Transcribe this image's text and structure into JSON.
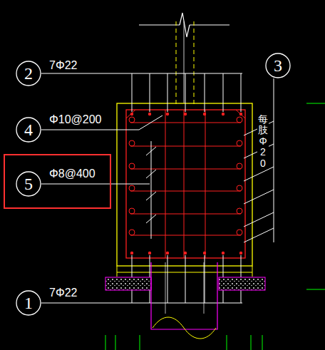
{
  "diagram": {
    "nodes": [
      {
        "text": [
          "2"
        ]
      },
      {
        "text": [
          "3"
        ]
      },
      {
        "text": [
          "4"
        ]
      },
      {
        "text": [
          "5"
        ]
      },
      {
        "text": [
          "1"
        ]
      }
    ],
    "labels": [
      "7Φ22",
      "Φ10@200",
      "Φ8@400",
      "7Φ22",
      "每肢Φ20"
    ]
  }
}
